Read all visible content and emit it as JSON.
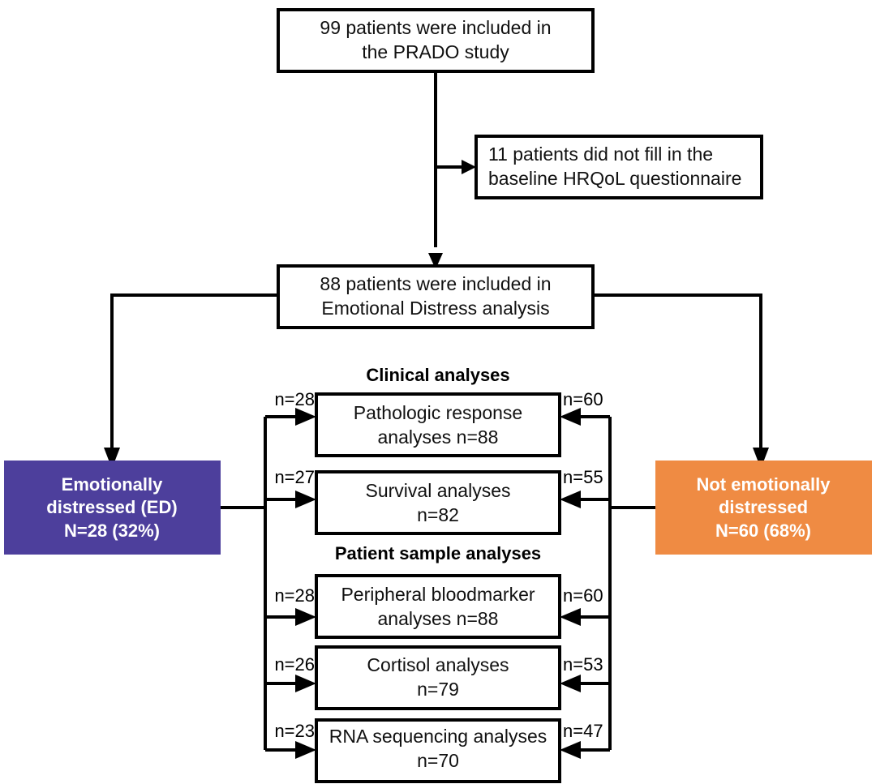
{
  "diagram": {
    "title": "PRADO study participant flow diagram",
    "colors": {
      "ed_group": "#4d3f9c",
      "ned_group": "#ef8b43",
      "line": "#000000",
      "box_fill": "#ffffff",
      "box_text": "#111111",
      "colored_box_text": "#ffffff"
    },
    "nodes": {
      "included": {
        "line1": "99 patients were included in",
        "line2": "the PRADO study"
      },
      "excluded": {
        "line1": "11 patients did not fill in the",
        "line2": "baseline HRQoL questionnaire"
      },
      "analysis_pop": {
        "line1": "88 patients were included in",
        "line2": "Emotional Distress analysis"
      },
      "ed_group": {
        "line1": "Emotionally",
        "line2": "distressed (ED)",
        "line3": "N=28 (32%)"
      },
      "ned_group": {
        "line1": "Not emotionally",
        "line2": "distressed",
        "line3": "N=60 (68%)"
      }
    },
    "section_headers": {
      "clinical": "Clinical analyses",
      "patient_sample": "Patient sample analyses"
    },
    "analyses": [
      {
        "id": "pathologic-response",
        "line1": "Pathologic response",
        "line2": "analyses n=88",
        "ed_n": "n=28",
        "ned_n": "n=60",
        "total": 88
      },
      {
        "id": "survival",
        "line1": "Survival analyses",
        "line2": "n=82",
        "ed_n": "n=27",
        "ned_n": "n=55",
        "total": 82
      },
      {
        "id": "peripheral-bloodmarker",
        "line1": "Peripheral bloodmarker",
        "line2": "analyses n=88",
        "ed_n": "n=28",
        "ned_n": "n=60",
        "total": 88
      },
      {
        "id": "cortisol",
        "line1": "Cortisol analyses",
        "line2": "n=79",
        "ed_n": "n=26",
        "ned_n": "n=53",
        "total": 79
      },
      {
        "id": "rna-sequencing",
        "line1": "RNA sequencing analyses",
        "line2": "n=70",
        "ed_n": "n=23",
        "ned_n": "n=47",
        "total": 70
      }
    ]
  }
}
